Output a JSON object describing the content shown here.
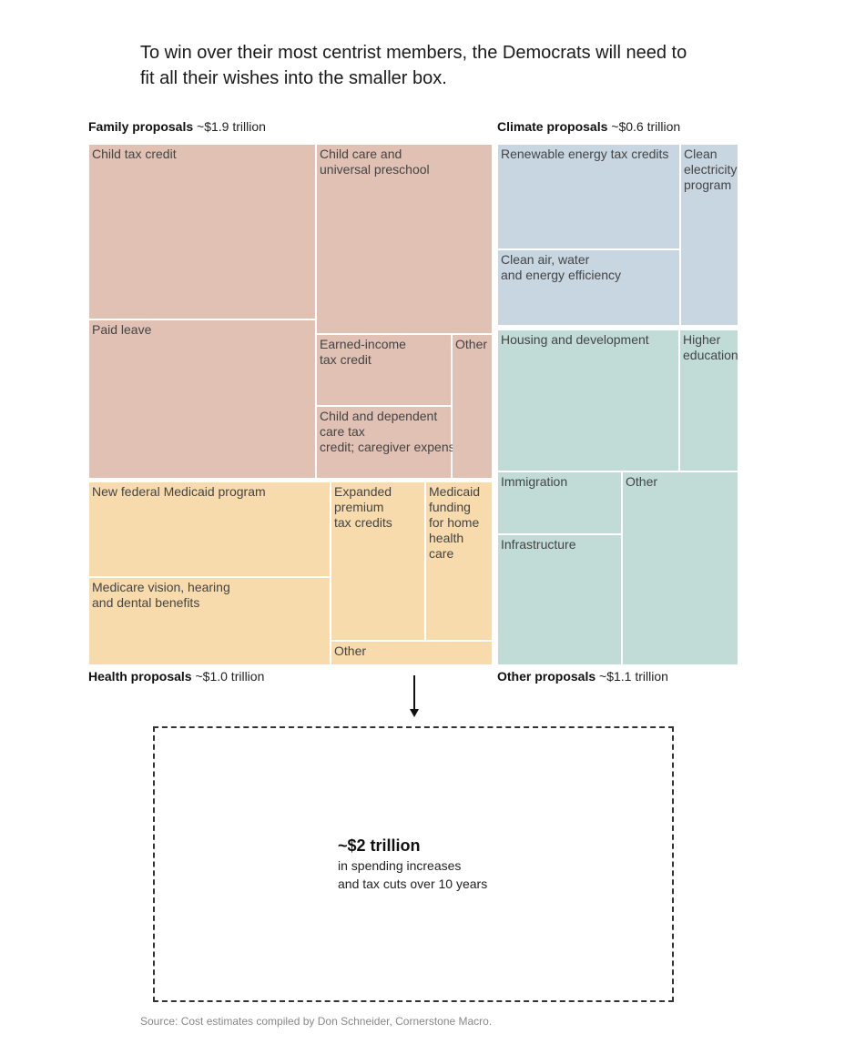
{
  "intro": "To win over their most centrist members, the Democrats will need to fit all their wishes into the smaller box.",
  "groups": {
    "family": {
      "name": "Family proposals",
      "value": "~$1.9 trillion"
    },
    "climate": {
      "name": "Climate proposals",
      "value": "~$0.6 trillion"
    },
    "health": {
      "name": "Health proposals",
      "value": "~$1.0 trillion"
    },
    "other": {
      "name": "Other proposals",
      "value": "~$1.1 trillion"
    }
  },
  "colors": {
    "family": "#e1c1b4",
    "health": "#f7dbad",
    "climate": "#c8d6e2",
    "other": "#c1dcd7"
  },
  "total": {
    "amount": "~$2 trillion",
    "line1": "in spending increases",
    "line2": "and tax cuts over 10 years"
  },
  "source": "Source: Cost estimates compiled by Don Schneider, Cornerstone Macro.",
  "chart_data": {
    "type": "treemap",
    "units": "trillion dollars (approx.)",
    "groups": [
      {
        "name": "Family proposals",
        "value": 1.9,
        "color": "#e1c1b4",
        "items": [
          "Child tax credit",
          "Child care and universal preschool",
          "Paid leave",
          "Earned-income tax credit",
          "Child and dependent care tax credit; caregiver expenses",
          "Other"
        ]
      },
      {
        "name": "Health proposals",
        "value": 1.0,
        "color": "#f7dbad",
        "items": [
          "New federal Medicaid program",
          "Expanded premium tax credits",
          "Medicaid funding for home health care",
          "Medicare vision, hearing and dental benefits",
          "Other"
        ]
      },
      {
        "name": "Climate proposals",
        "value": 0.6,
        "color": "#c8d6e2",
        "items": [
          "Renewable energy tax credits",
          "Clean electricity program",
          "Clean air, water and energy efficiency"
        ]
      },
      {
        "name": "Other proposals",
        "value": 1.1,
        "color": "#c1dcd7",
        "items": [
          "Housing and development",
          "Higher education",
          "Immigration",
          "Infrastructure",
          "Other"
        ]
      }
    ],
    "target_total": 2.0
  }
}
